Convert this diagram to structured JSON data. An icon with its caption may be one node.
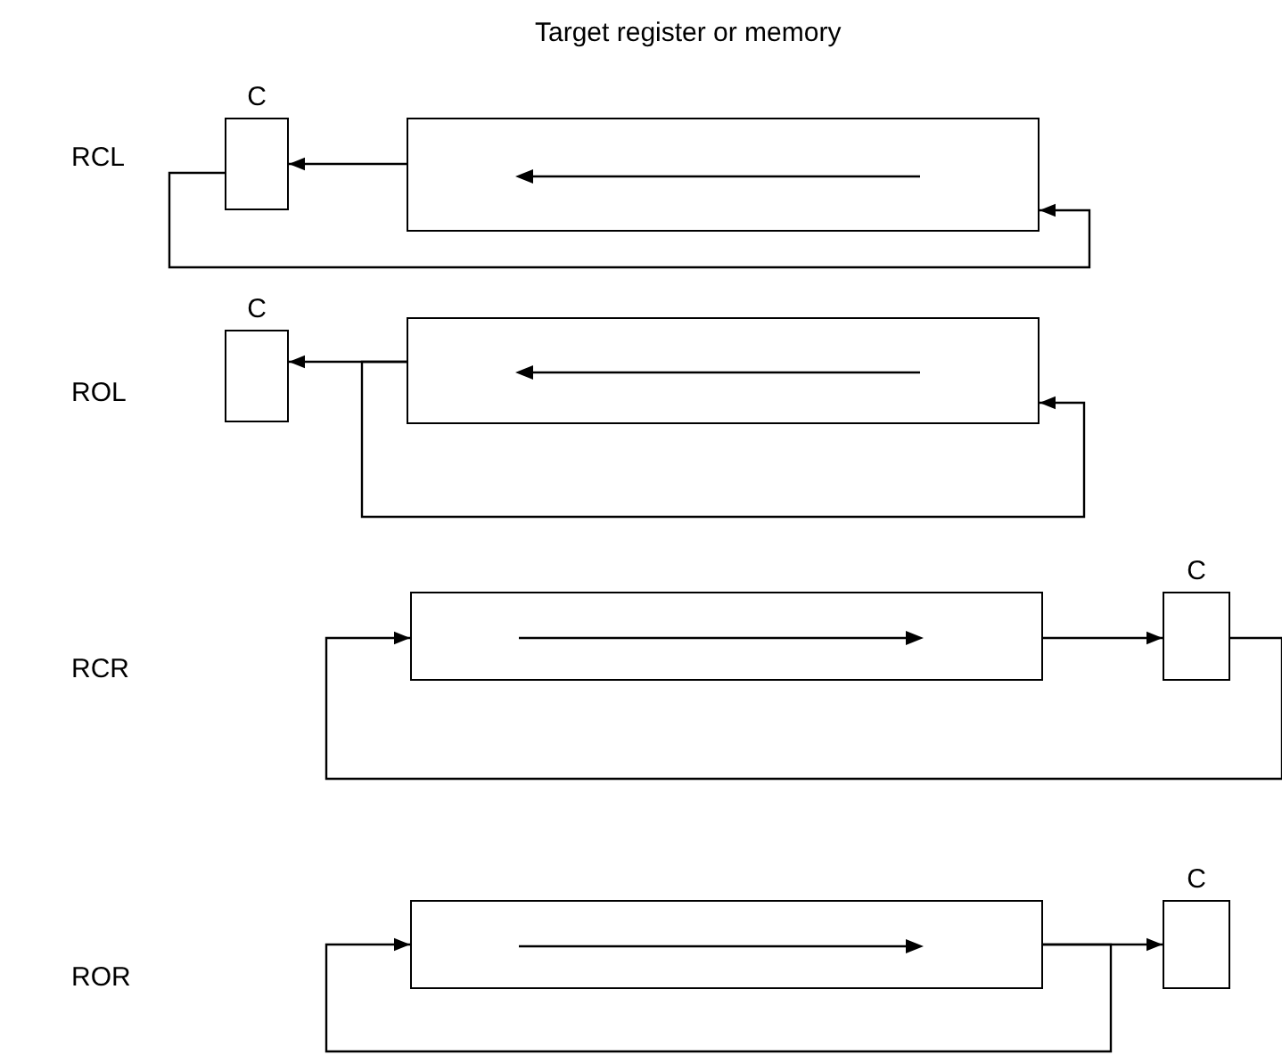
{
  "diagram": {
    "nodes": [
      {
        "text": [
          "C"
        ]
      },
      {
        "text": [],
        "shape": "box"
      },
      {
        "text": [
          "C"
        ]
      },
      {
        "text": [],
        "shape": "box"
      },
      {
        "text": [],
        "shape": "box"
      },
      {
        "text": [
          "C"
        ]
      },
      {
        "text": [],
        "shape": "box"
      },
      {
        "text": [
          "C"
        ]
      }
    ],
    "edges": [
      {
        "from": 1,
        "to": 0,
        "arrow": "to"
      },
      {
        "from": 0,
        "to": 1,
        "arrow": "to"
      },
      {
        "from": 3,
        "to": 2,
        "arrow": "to"
      },
      {
        "from": 3,
        "to": 3,
        "arrow": "to"
      },
      {
        "from": 4,
        "to": 5,
        "arrow": "to"
      },
      {
        "from": 5,
        "to": 4,
        "arrow": "to"
      },
      {
        "from": 6,
        "to": 7,
        "arrow": "to"
      },
      {
        "from": 6,
        "to": 6,
        "arrow": "to"
      }
    ],
    "labels": [
      "Target register or memory",
      "RCL",
      "ROL",
      "RCR",
      "ROR"
    ]
  }
}
